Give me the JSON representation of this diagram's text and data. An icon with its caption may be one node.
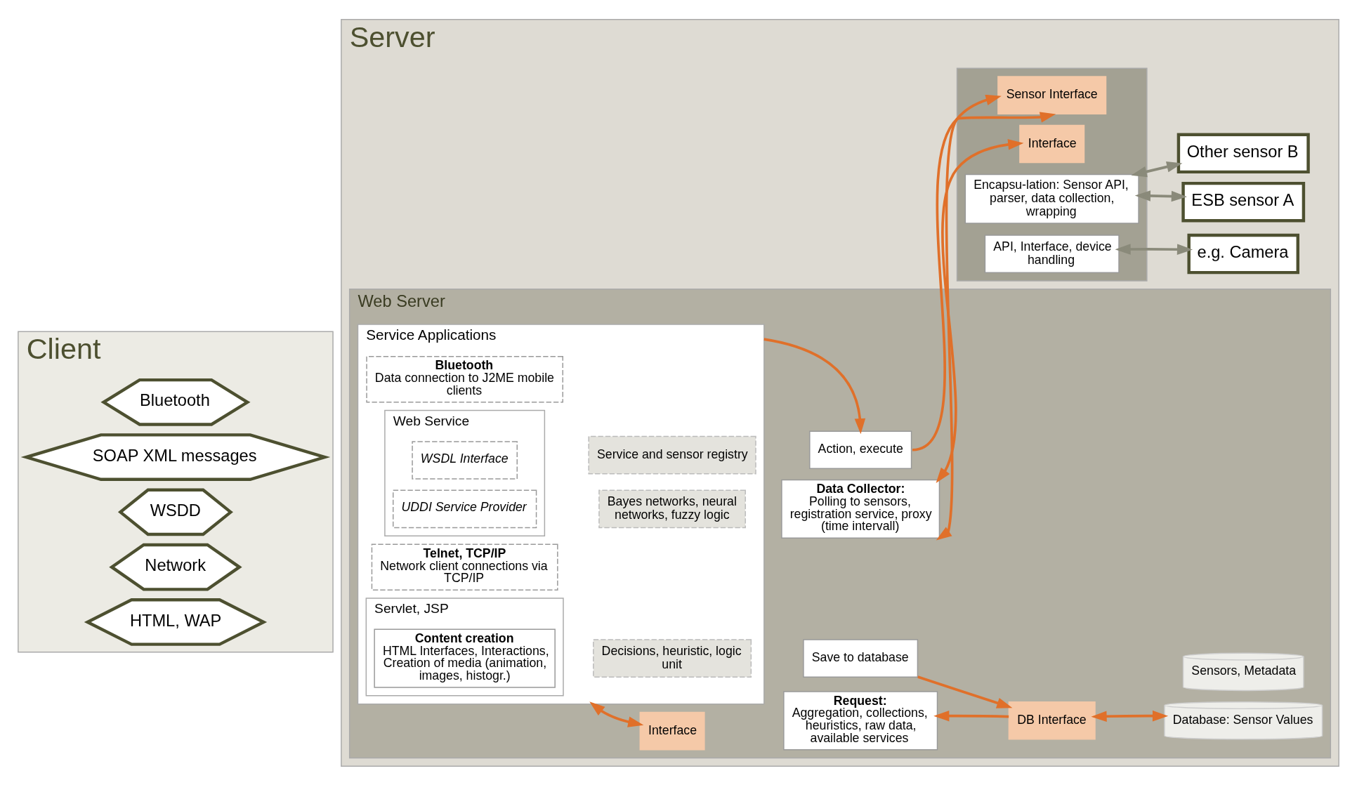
{
  "diagram": {
    "nodes": [
      {
        "text": [
          "Client"
        ]
      },
      {
        "text": [
          "Bluetooth"
        ],
        "in": 0
      },
      {
        "text": [
          "Network"
        ],
        "in": 0
      },
      {
        "text": [
          "HTML, WAP"
        ],
        "in": 0
      },
      {
        "text": [
          "WSDD"
        ],
        "in": 0
      },
      {
        "text": [
          "SOAP XML messages"
        ],
        "in": 0
      },
      {
        "text": [
          "Server"
        ]
      },
      {
        "text": [
          "Web Server"
        ],
        "in": 6
      },
      {
        "text": [
          "Service Applications"
        ],
        "in": 7
      },
      {
        "text": [
          "Bluetooth",
          "Data connection to J2ME mobile clients"
        ],
        "in": 8
      },
      {
        "text": [
          "Telnet, TCP/IP",
          "Network client connections via TCP/IP"
        ],
        "in": 8
      },
      {
        "text": [
          "Servlet, JSP"
        ],
        "in": 8
      },
      {
        "text": [
          "Content creation",
          "HTML Interfaces, Interactions, Creation of media (animation, images, histogr.)"
        ],
        "in": 11
      },
      {
        "text": [
          "Web Service"
        ],
        "in": 8
      },
      {
        "text": [
          "UDDI Service Provider"
        ],
        "in": 13
      },
      {
        "text": [
          "WSDL Interface"
        ],
        "in": 13
      },
      {
        "text": [
          "Decisions, heuristic, logic unit"
        ],
        "in": 8
      },
      {
        "text": [
          "Bayes networks, neural networks, fuzzy logic"
        ],
        "in": 8
      },
      {
        "text": [
          "Service and sensor registry"
        ],
        "in": 8
      },
      {
        "text": [
          "Interface"
        ],
        "in": 7
      },
      {
        "text": [
          "Request:",
          "Aggregation, collections, heuristics, raw data, available services"
        ],
        "in": 7
      },
      {
        "text": [
          "DB Interface"
        ],
        "in": 7
      },
      {
        "text": [
          "Database: Sensor Values"
        ],
        "in": 7
      },
      {
        "text": [
          "Sensors, Metadata"
        ],
        "in": 7
      },
      {
        "text": [
          "Save to database"
        ],
        "in": 7
      },
      {
        "text": [
          "Data Collector:",
          "Polling to sensors, registration service, proxy (time intervall)"
        ],
        "in": 7
      },
      {
        "text": [
          "Action, execute"
        ],
        "in": 7
      },
      {
        "text": [],
        "shape": "box",
        "in": 6
      },
      {
        "text": [
          "Interface"
        ],
        "in": 27
      },
      {
        "text": [
          "API, Interface, device handling"
        ],
        "in": 27
      },
      {
        "text": [
          "Sensor Interface"
        ],
        "in": 27
      },
      {
        "text": [
          "Encapsu-lation: Sensor API, parser, data collection, wrapping"
        ],
        "in": 27
      },
      {
        "text": [
          "e.g. Camera"
        ],
        "in": 6
      },
      {
        "text": [
          "Other sensor B"
        ],
        "in": 6
      },
      {
        "text": [
          "ESB sensor A"
        ],
        "in": 6
      }
    ],
    "edges": [
      {
        "from": 8,
        "to": 19,
        "arrow": "both"
      },
      {
        "from": 21,
        "to": 20,
        "arrow": "to"
      },
      {
        "from": 24,
        "to": 21,
        "arrow": "to"
      },
      {
        "from": 21,
        "to": 22,
        "arrow": "both"
      },
      {
        "from": 25,
        "to": 28,
        "arrow": "both"
      },
      {
        "from": 25,
        "to": 30,
        "arrow": "both"
      },
      {
        "from": 8,
        "to": 26,
        "arrow": "to"
      },
      {
        "from": 26,
        "to": 30,
        "arrow": "to"
      },
      {
        "from": 29,
        "to": 32,
        "arrow": "both",
        "color": "#8a8a7a"
      },
      {
        "from": 31,
        "to": 33,
        "arrow": "both",
        "color": "#8a8a7a"
      },
      {
        "from": 31,
        "to": 34,
        "arrow": "both",
        "color": "#8a8a7a"
      }
    ]
  }
}
